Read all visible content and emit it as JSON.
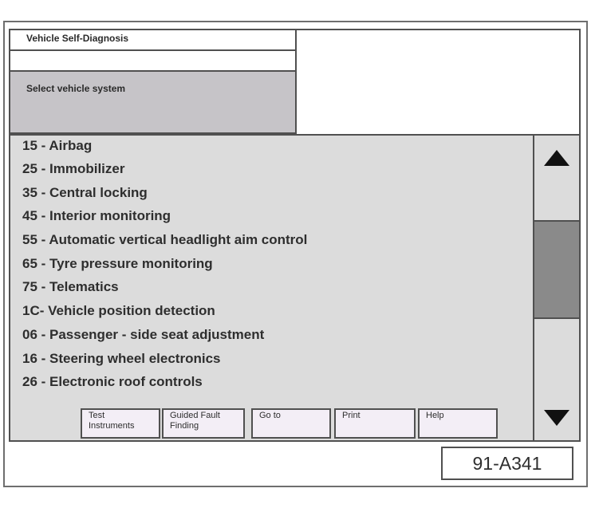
{
  "window": {
    "title": "Vehicle Self-Diagnosis",
    "header_label": "Select vehicle system"
  },
  "list": {
    "items": [
      "15 - Airbag",
      "25 - Immobilizer",
      "35 - Central locking",
      "45 - Interior monitoring",
      "55 - Automatic vertical headlight aim control",
      "65 - Tyre pressure monitoring",
      "75 - Telematics",
      "1C- Vehicle position detection",
      "06 - Passenger - side seat adjustment",
      "16 - Steering wheel electronics",
      "26 - Electronic roof controls"
    ]
  },
  "scrollbar": {
    "up_icon": "triangle-up-icon",
    "down_icon": "triangle-down-icon"
  },
  "buttons": {
    "test_instruments_line1": "Test",
    "test_instruments_line2": "Instruments",
    "guided_fault_line1": "Guided Fault",
    "guided_fault_line2": "Finding",
    "go_to": "Go to",
    "print": "Print",
    "help": "Help"
  },
  "figure_ref": "91-A341",
  "colors": {
    "panel_gray": "#c6c4c8",
    "list_gray": "#dcdcdc",
    "thumb_gray": "#8a8a8a",
    "button_fill": "#f3eef6"
  }
}
